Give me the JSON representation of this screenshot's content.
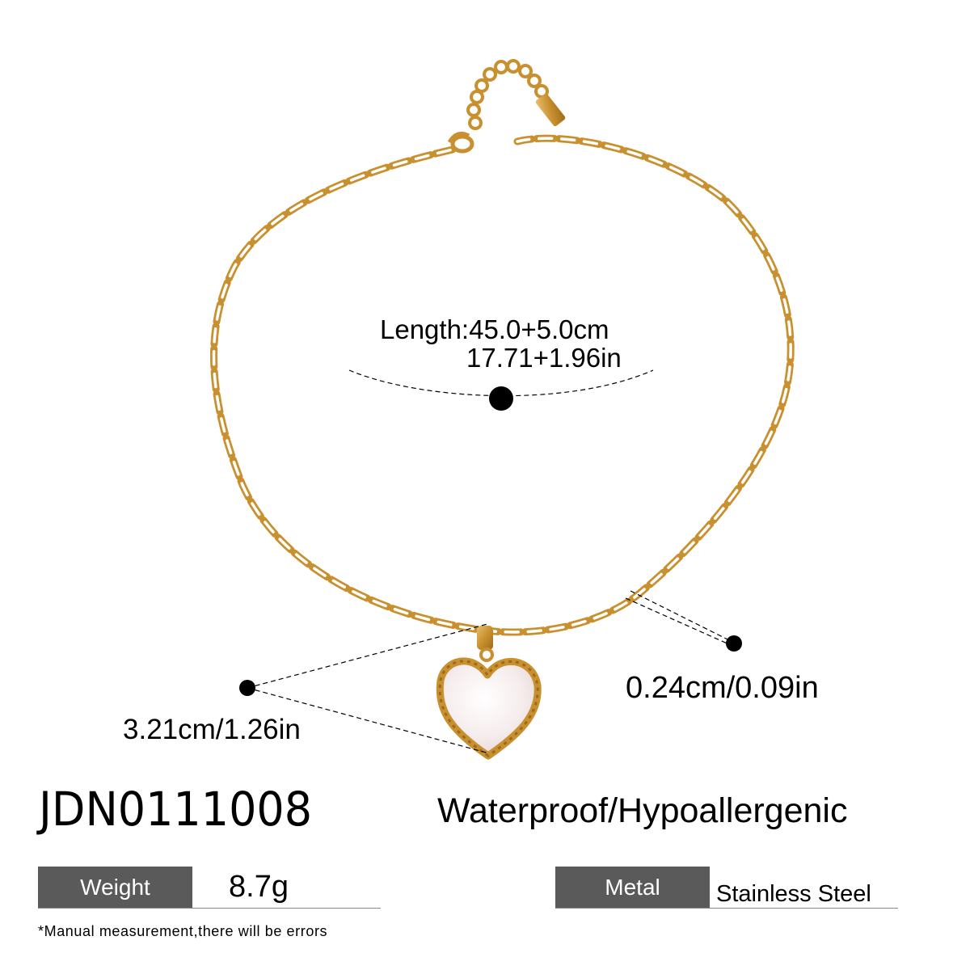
{
  "product": {
    "sku": "JDN0111008",
    "features": "Waterproof/Hypoallergenic",
    "type": "heart-pendant-necklace",
    "chain_style": "paperclip-chain",
    "pendant": "pearl-heart-with-twisted-rope-bezel"
  },
  "dimensions": {
    "length_cm": "Length:45.0+5.0cm",
    "length_in": "17.71+1.96in",
    "pendant_size": "3.21cm/1.26in",
    "chain_width": "0.24cm/0.09in"
  },
  "specs": {
    "weight": {
      "label": "Weight",
      "value": "8.7g"
    },
    "metal": {
      "label": "Metal",
      "value": "Stainless Steel"
    }
  },
  "footnote": "*Manual measurement,there will be errors",
  "colors": {
    "gold": "#C8902E",
    "gold_dark": "#9C6A1C",
    "gold_light": "#E9C070",
    "pearl": "#F6EEEE",
    "label_bg": "#5A5A5A",
    "rule": "#8A8A8A",
    "marker": "#000000"
  },
  "icons": {
    "measure_marker": "filled-circle",
    "lobster_clasp": "clasp-icon",
    "extender_tag": "tag-icon"
  }
}
